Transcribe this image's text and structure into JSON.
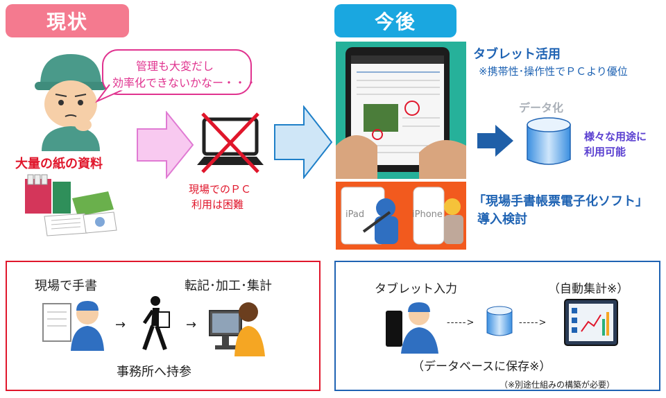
{
  "labels": {
    "current": "現状",
    "future": "今後"
  },
  "current": {
    "bubble_line1": "管理も大変だし",
    "bubble_line2": "効率化できないかなー・・・",
    "paper_label": "大量の紙の資料",
    "pc_note_line1": "現場でのＰＣ",
    "pc_note_line2": "利用は困難"
  },
  "future": {
    "tablet_title": "タブレット活用",
    "tablet_note": "※携帯性･操作性でＰＣより優位",
    "data_label": "データ化",
    "uses_line1": "様々な用途に",
    "uses_line2": "利用可能",
    "ipad_label": "iPad",
    "iphone_label": "iPhone",
    "software_line1": "「現場手書帳票電子化ソフト」",
    "software_line2": "導入検討"
  },
  "flow_current": {
    "step1": "現場で手書",
    "step2": "転記･加工･集計",
    "bottom": "事務所へ持参"
  },
  "flow_future": {
    "step1": "タブレット入力",
    "step2": "（自動集計※）",
    "bottom": "（データベースに保存※）",
    "footnote": "（※別途仕組みの構築が必要）"
  },
  "colors": {
    "current_tag": "#f47a8f",
    "future_tag": "#1aa7e0",
    "red": "#e0162b",
    "blue": "#1f63b3",
    "pink_text": "#e0338f",
    "purple_text": "#5a3fd0"
  }
}
